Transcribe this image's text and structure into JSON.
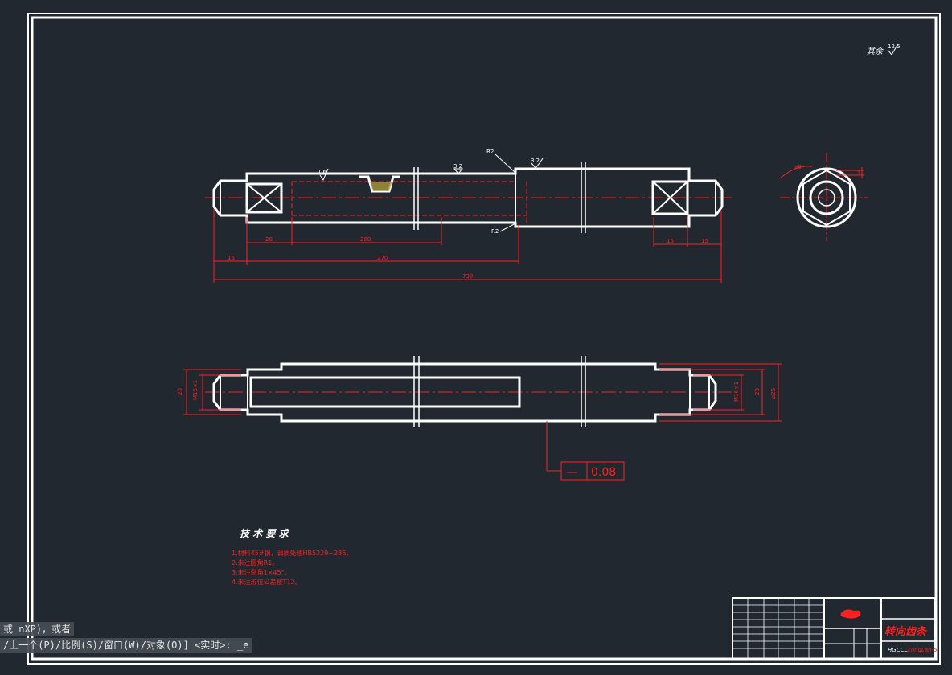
{
  "drawing": {
    "roughness_note": "其余",
    "roughness_symbol": "12.5",
    "front_view": {
      "roughness_1": "1.6",
      "roughness_2": "3.2",
      "roughness_3": "3.2",
      "radius_top": "R2",
      "radius_bottom": "R2",
      "dims": {
        "d20": "20",
        "d280": "280",
        "d15_left": "15",
        "d270": "270",
        "d730": "730",
        "d15_right_a": "15",
        "d15_right_b": "15"
      }
    },
    "side_view": {
      "dia_label": "⌀8",
      "dim_small": "3"
    },
    "bottom_view": {
      "thread_left": "M16×1",
      "dim_left": "20",
      "thread_right": "M16×1",
      "dim_right": "20",
      "dia_right": "⌀25",
      "tolerance_symbol": "—",
      "tolerance_value": "0.08"
    },
    "tech_requirements": {
      "title": "技 术 要 求",
      "items": [
        "1.材料45#钢，调质处理HB5229~286。",
        "2.未注圆角R1。",
        "3.未注倒角1×45°。",
        "4.未注形位公差按T12。"
      ]
    },
    "title_block": {
      "part_name": "转向齿条",
      "drawing_no": "HGCCL",
      "drawing_no_suffix": "ZongLan-5"
    }
  },
  "command_line": {
    "line1": "或 nXP)，或者",
    "line2": "/上一个(P)/比例(S)/窗口(W)/对象(O)] <实时>: ",
    "input": "_e"
  },
  "colors": {
    "background": "#212830",
    "outline": "#ffffff",
    "dimension": "#ff2020",
    "centerline": "#ff2020",
    "hatch": "#b0a040"
  }
}
